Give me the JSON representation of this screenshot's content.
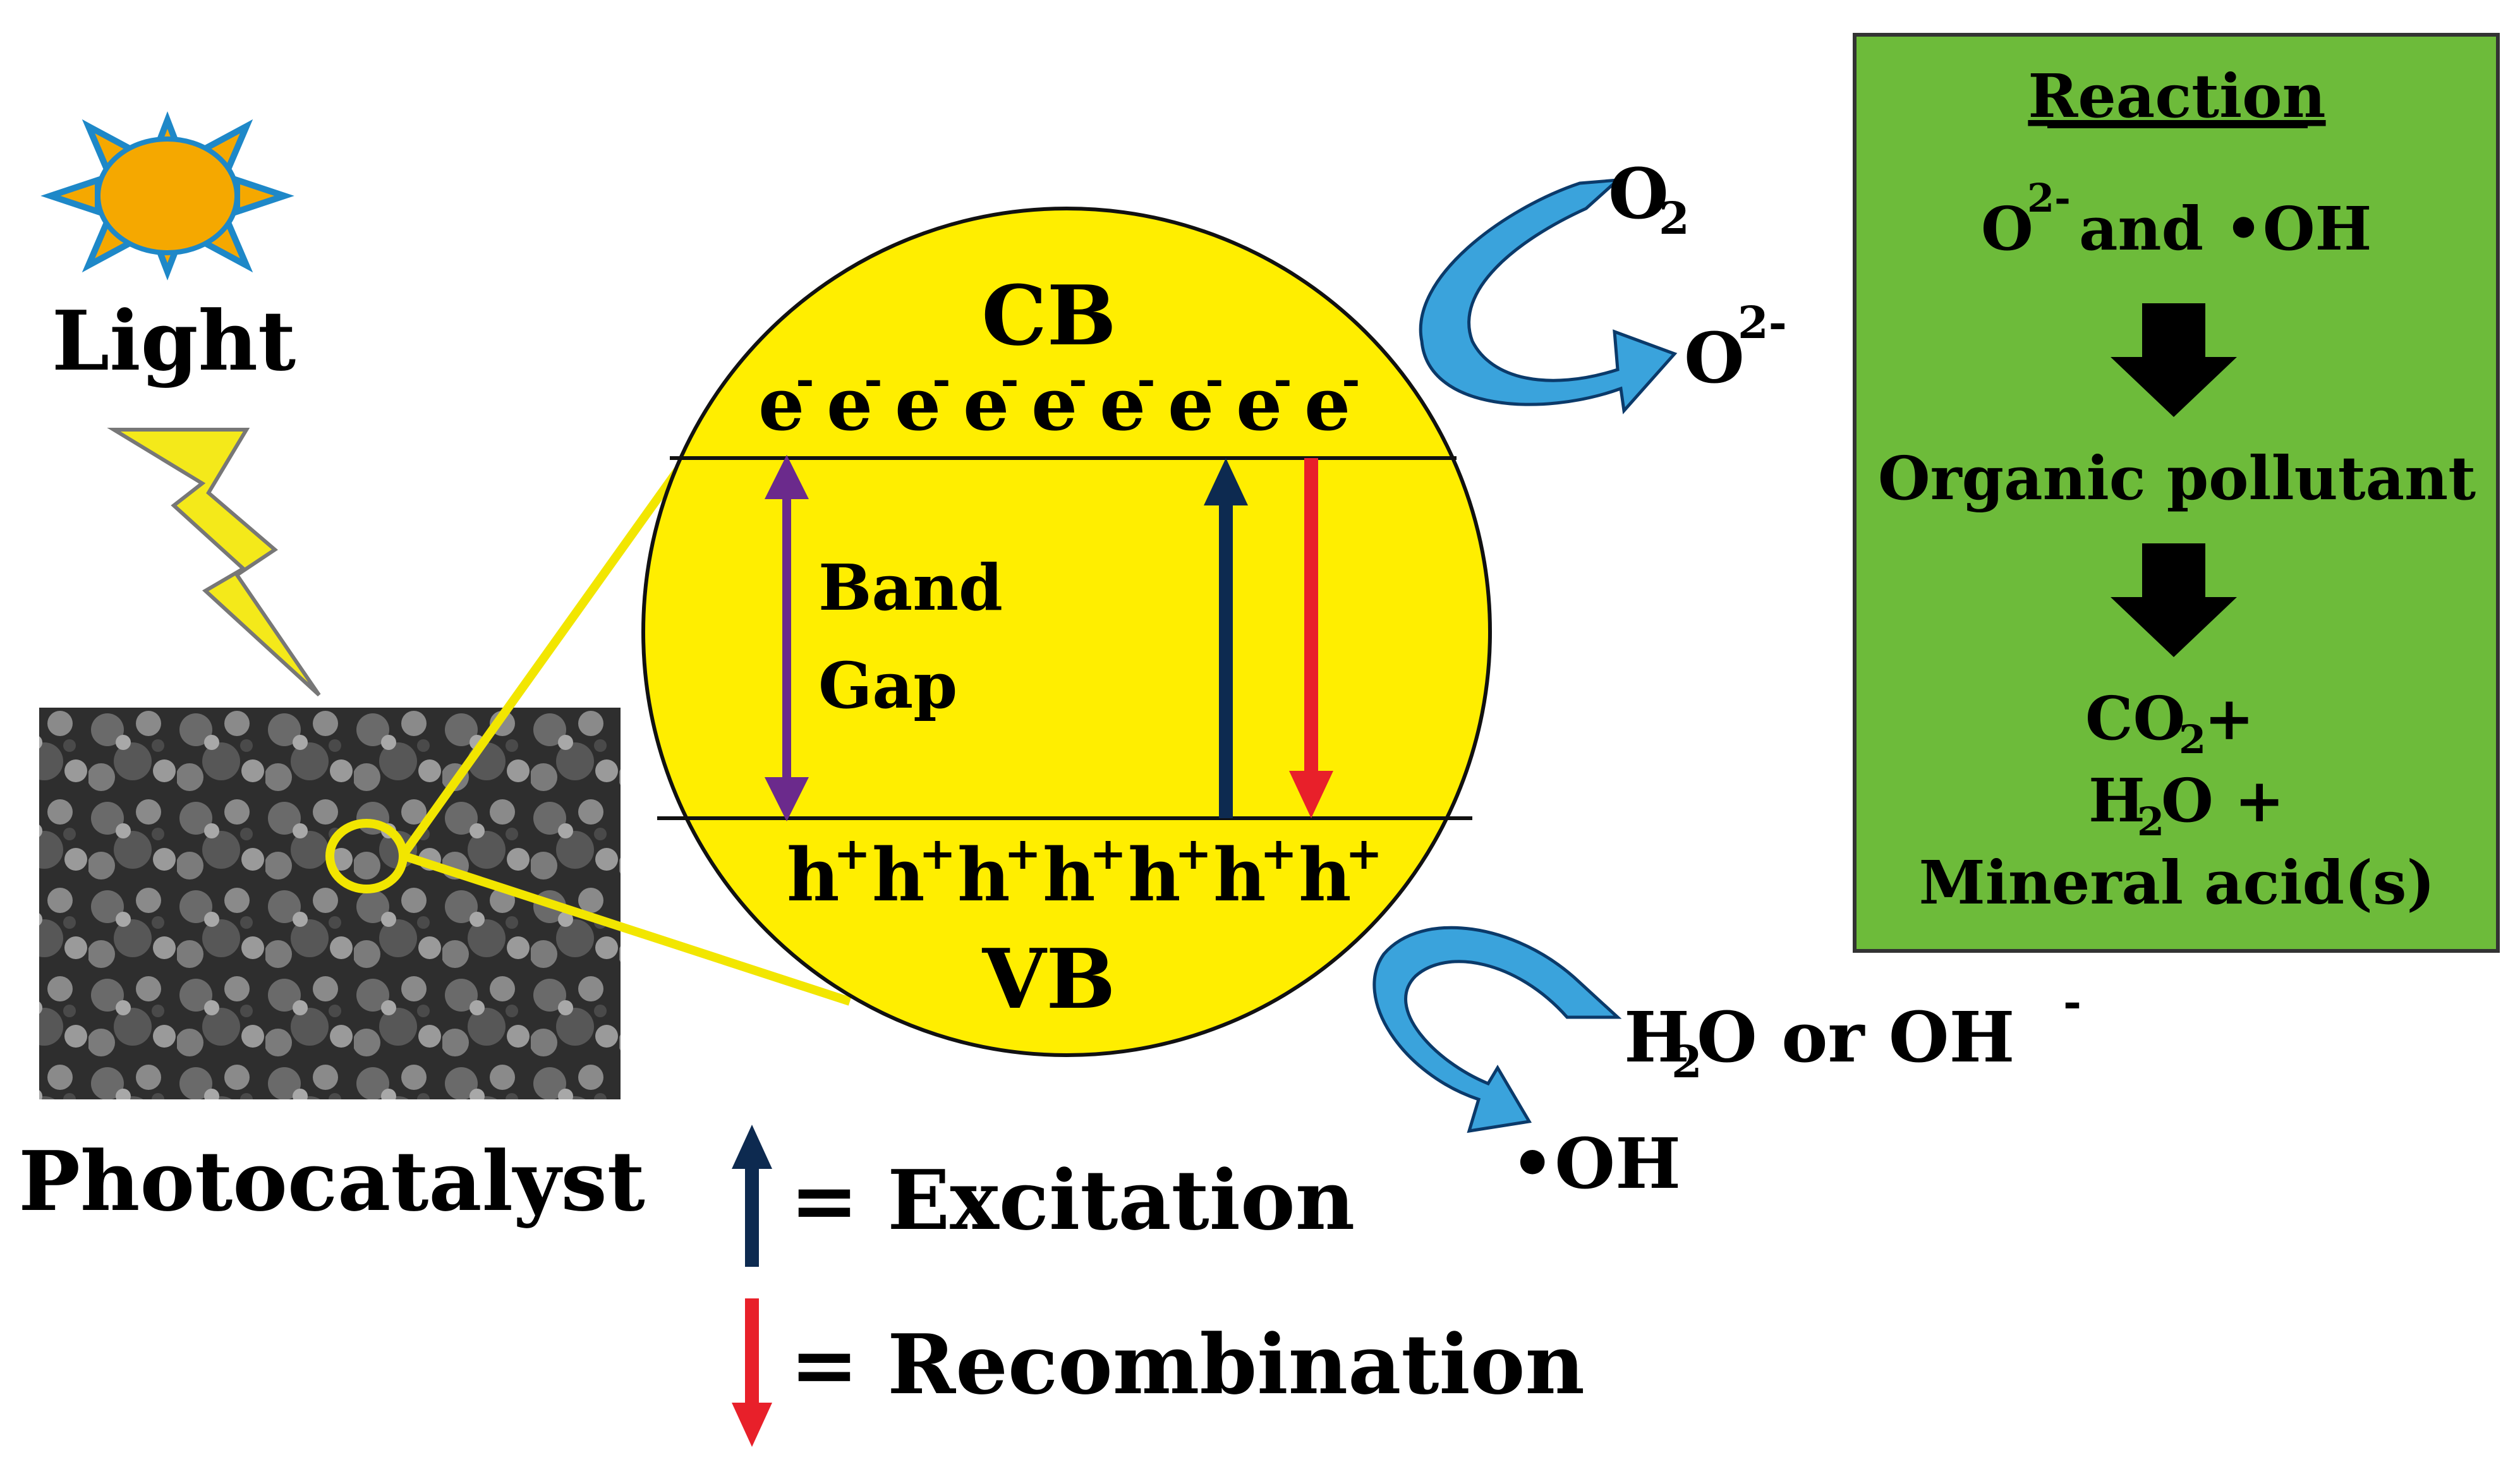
{
  "labels": {
    "light": "Light",
    "photocatalyst": "Photocatalyst",
    "cb": "CB",
    "vb": "VB",
    "electrons": [
      "e",
      "e",
      "e",
      "e",
      "e",
      "e",
      "e",
      "e",
      "e"
    ],
    "electron_charge": "-",
    "holes": [
      "h",
      "h",
      "h",
      "h",
      "h",
      "h",
      "h"
    ],
    "hole_charge": "+",
    "band_gap_line1": "Band",
    "band_gap_line2": "Gap",
    "o2_base": "O",
    "o2_sub": "2",
    "o2minus_base": "O",
    "o2minus_sup": "2-",
    "h2o_h": "H",
    "h2o_sub": "2",
    "h2o_rest": "O or OH",
    "h2o_sup": "-",
    "oh_radical": "•OH"
  },
  "legend": {
    "excitation": "= Excitation",
    "recombination": "= Recombination"
  },
  "reaction_box": {
    "title": "Reaction",
    "step1_base": "O",
    "step1_sup": "2-",
    "step1_rest": " and •OH",
    "step2": "Organic pollutant",
    "step3_line1_base": "CO",
    "step3_line1_sub": "2",
    "step3_line1_rest": " +",
    "step3_line2_base": "H",
    "step3_line2_sub": "2",
    "step3_line2_rest": "O +",
    "step3_line3": "Mineral acid(s)"
  },
  "colors": {
    "circle_fill": "#ffee00",
    "sun_body": "#f5a800",
    "sun_rays": "#1e88c8",
    "lightning": "#f4e91a",
    "curved_arrow": "#3aa3dc",
    "excitation_arrow": "#0d2a50",
    "recombination_arrow": "#e8202a",
    "band_gap_arrow": "#6b2a8c",
    "reaction_box_fill": "#6dbb3a",
    "zoom_lines": "#f2e600"
  }
}
